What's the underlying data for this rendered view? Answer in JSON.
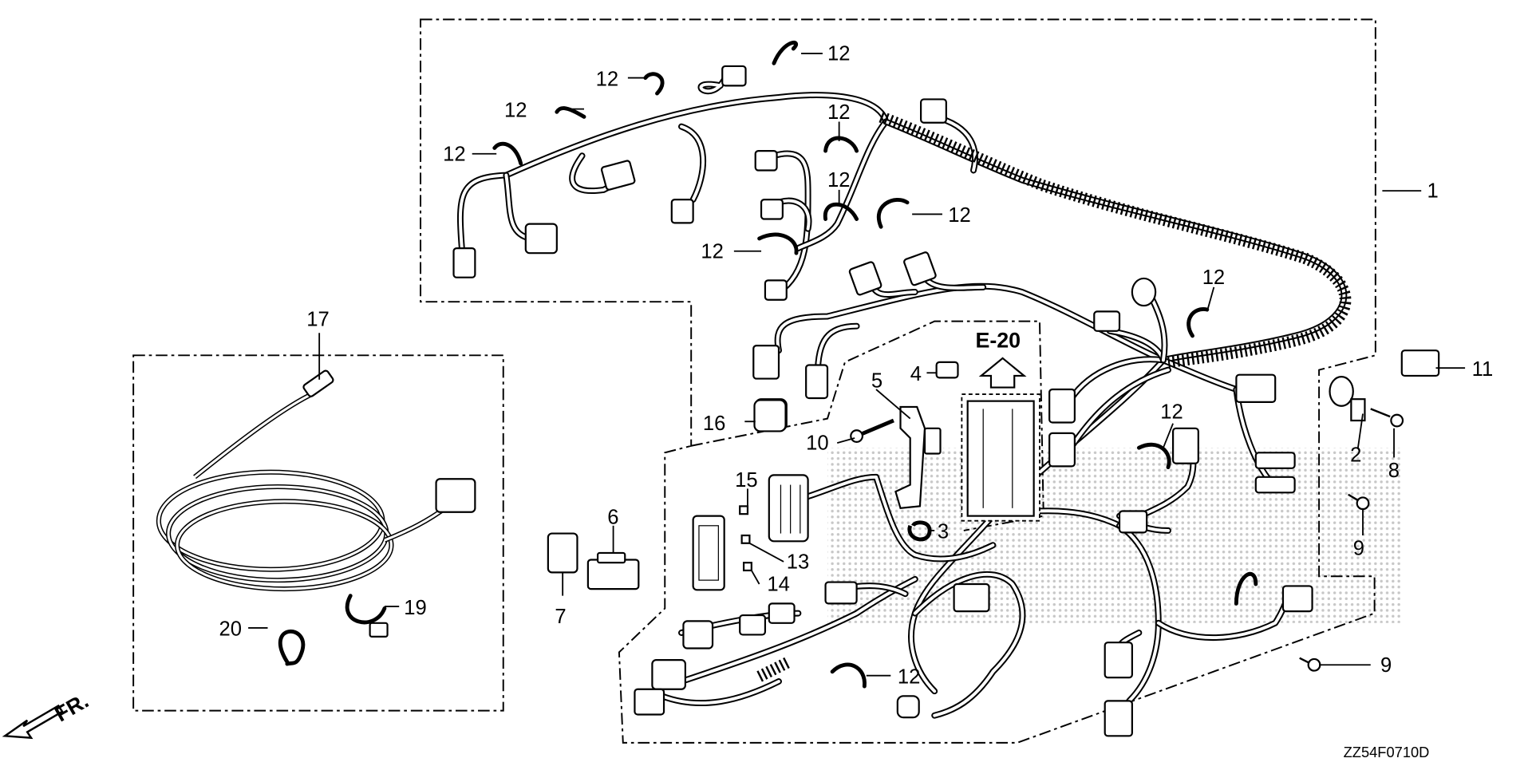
{
  "diagram": {
    "ref_code": "E-20",
    "drawing_code": "ZZ54F0710D",
    "direction_label": "FR.",
    "watermark": "",
    "callouts": [
      {
        "id": "c1",
        "text": "1"
      },
      {
        "id": "c2",
        "text": "2"
      },
      {
        "id": "c3",
        "text": "3"
      },
      {
        "id": "c4",
        "text": "4"
      },
      {
        "id": "c5",
        "text": "5"
      },
      {
        "id": "c6",
        "text": "6"
      },
      {
        "id": "c7",
        "text": "7"
      },
      {
        "id": "c8",
        "text": "8"
      },
      {
        "id": "c9a",
        "text": "9"
      },
      {
        "id": "c9b",
        "text": "9"
      },
      {
        "id": "c10",
        "text": "10"
      },
      {
        "id": "c11",
        "text": "11"
      },
      {
        "id": "c12a",
        "text": "12"
      },
      {
        "id": "c12b",
        "text": "12"
      },
      {
        "id": "c12c",
        "text": "12"
      },
      {
        "id": "c12d",
        "text": "12"
      },
      {
        "id": "c12e",
        "text": "12"
      },
      {
        "id": "c12f",
        "text": "12"
      },
      {
        "id": "c12g",
        "text": "12"
      },
      {
        "id": "c12h",
        "text": "12"
      },
      {
        "id": "c12i",
        "text": "12"
      },
      {
        "id": "c12j",
        "text": "12"
      },
      {
        "id": "c12k",
        "text": "12"
      },
      {
        "id": "c12l",
        "text": "12"
      },
      {
        "id": "c13",
        "text": "13"
      },
      {
        "id": "c14",
        "text": "14"
      },
      {
        "id": "c15",
        "text": "15"
      },
      {
        "id": "c16",
        "text": "16"
      },
      {
        "id": "c17",
        "text": "17"
      },
      {
        "id": "c19",
        "text": "19"
      },
      {
        "id": "c20",
        "text": "20"
      }
    ]
  }
}
